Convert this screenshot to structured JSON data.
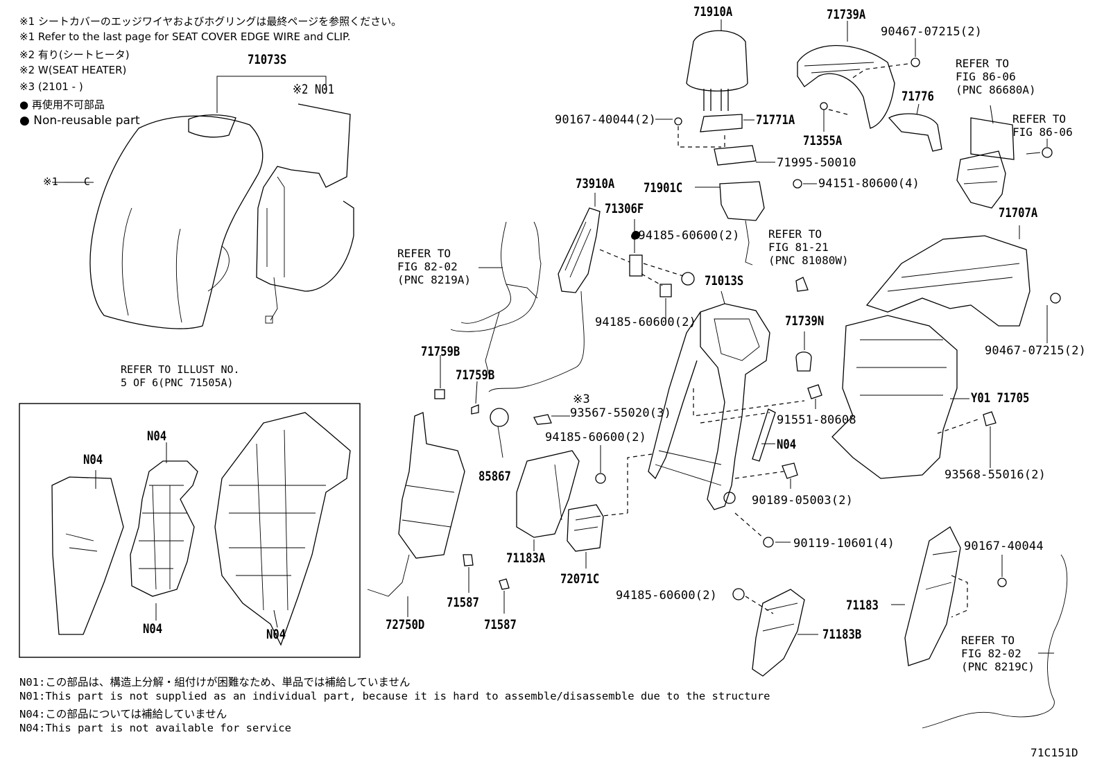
{
  "notes": {
    "n1_jp": "※1 シートカバーのエッジワイヤおよびホグリングは最終ページを参照ください。",
    "n1_en": "※1 Refer to the last page for SEAT COVER EDGE WIRE and CLIP.",
    "n2_jp": "※2 有り(シートヒータ)",
    "n2_en": "※2 W(SEAT HEATER)",
    "n3": "※3 (2101 -    )",
    "bullet_jp": "● 再使用不可部品",
    "bullet_en": "● Non-reusable part"
  },
  "parts": {
    "p71073S": "71073S",
    "p_n01": "※2 N01",
    "p_c": "※1 ―――C",
    "p71910A": "71910A",
    "p71739A": "71739A",
    "p90467a": "90467-07215(2)",
    "p90167a": "90167-40044(2)",
    "p71771A": "71771A",
    "p71355A": "71355A",
    "p71776": "71776",
    "p71995": "71995-50010",
    "p73910A": "73910A",
    "p71901C": "71901C",
    "p94151": "94151-80600(4)",
    "p71306F": "71306F",
    "p94185a": "●94185-60600(2)",
    "p71707A": "71707A",
    "p71013S": "71013S",
    "p90467b": "90467-07215(2)",
    "p94185b": "94185-60600(2)",
    "p71739N": "71739N",
    "p71759B1": "71759B",
    "p71759B2": "71759B",
    "p_x3": "※3",
    "p93567": "93567-55020(3)",
    "pY01": "Y01 71705",
    "p91551": "91551-80608",
    "p94185c": "94185-60600(2)",
    "pN04a": "N04",
    "p85867": "85867",
    "p93568": "93568-55016(2)",
    "p90189": "90189-05003(2)",
    "p71183A": "71183A",
    "p90119": "90119-10601(4)",
    "p72071C": "72071C",
    "p90167b": "90167-40044",
    "p94185d": "94185-60600(2)",
    "p71587a": "71587",
    "p71183": "71183",
    "p72750D": "72750D",
    "p71587b": "71587",
    "p71183B": "71183B",
    "inset_n04_1": "N04",
    "inset_n04_2": "N04",
    "inset_n04_3": "N04",
    "inset_n04_4": "N04"
  },
  "refs": {
    "ref_86_06a": "REFER TO\nFIG 86-06\n(PNC 86680A)",
    "ref_86_06b": "REFER TO\nFIG 86-06",
    "ref_81_21": "REFER TO\nFIG 81-21\n(PNC 81080W)",
    "ref_82_02a": "REFER TO\nFIG 82-02\n(PNC 8219A)",
    "ref_illust": "REFER TO ILLUST NO.\n5 OF 6(PNC 71505A)",
    "ref_82_02c": "REFER TO\nFIG 82-02\n(PNC 8219C)"
  },
  "footer": {
    "f1": "N01:この部品は、構造上分解・組付けが困難なため、単品では補給していません",
    "f2": "N01:This part is not supplied as an individual part, because it is hard to assemble/disassemble due to the structure",
    "f3": "N04:この部品については補給していません",
    "f4": "N04:This part is not available for service",
    "code": "71C151D"
  }
}
